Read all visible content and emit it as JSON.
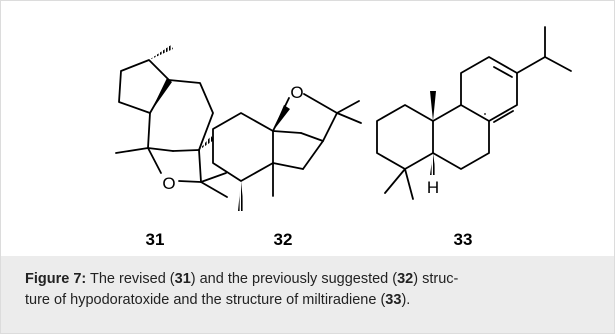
{
  "compounds": [
    {
      "number": "31",
      "atom_label": "O"
    },
    {
      "number": "32",
      "atom_label": "O"
    },
    {
      "number": "33",
      "atom_label": "H"
    }
  ],
  "caption": {
    "figure_label": "Figure 7:",
    "t1": " The revised (",
    "n1": "31",
    "t2": ") and the previously suggested (",
    "n2": "32",
    "t3": ") struc-",
    "t4": "ture of hypodoratoxide and the structure of miltiradiene (",
    "n3": "33",
    "t5": ")."
  },
  "colors": {
    "caption_background": "#ececec",
    "border": "#dcdcdc",
    "ink": "#000000"
  }
}
